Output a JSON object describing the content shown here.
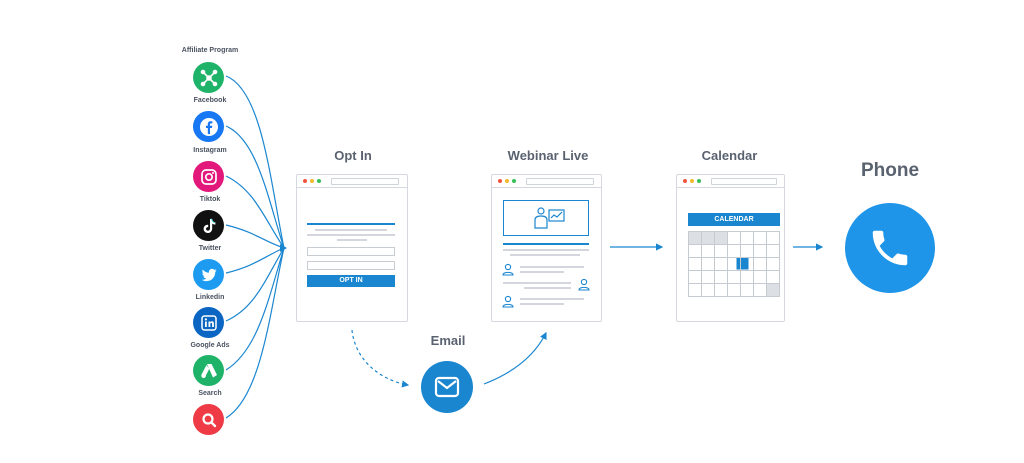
{
  "sources": [
    {
      "label": "Affiliate Program",
      "icon": "affiliate-network-icon",
      "color": "#1fb36a"
    },
    {
      "label": "Facebook",
      "icon": "facebook-icon",
      "color": "#1877f2"
    },
    {
      "label": "Instagram",
      "icon": "instagram-icon",
      "color": "#e2187a"
    },
    {
      "label": "Tiktok",
      "icon": "tiktok-icon",
      "color": "#111111"
    },
    {
      "label": "Twitter",
      "icon": "twitter-icon",
      "color": "#1d9bf0"
    },
    {
      "label": "Linkedin",
      "icon": "linkedin-icon",
      "color": "#0a66c2"
    },
    {
      "label": "Google Ads",
      "icon": "google-ads-icon",
      "color": "#1fb36a"
    },
    {
      "label": "Search",
      "icon": "search-icon",
      "color": "#ef3b45"
    }
  ],
  "steps": {
    "opt_in": {
      "title": "Opt In",
      "button": "OPT IN"
    },
    "webinar": {
      "title": "Webinar Live"
    },
    "calendar": {
      "title": "Calendar",
      "header": "CALENDAR"
    },
    "phone": {
      "title": "Phone"
    },
    "email": {
      "title": "Email"
    }
  },
  "colors": {
    "accent": "#1a86d0",
    "phone": "#1e95e8",
    "text": "#5a6270",
    "border": "#d5d9df"
  }
}
